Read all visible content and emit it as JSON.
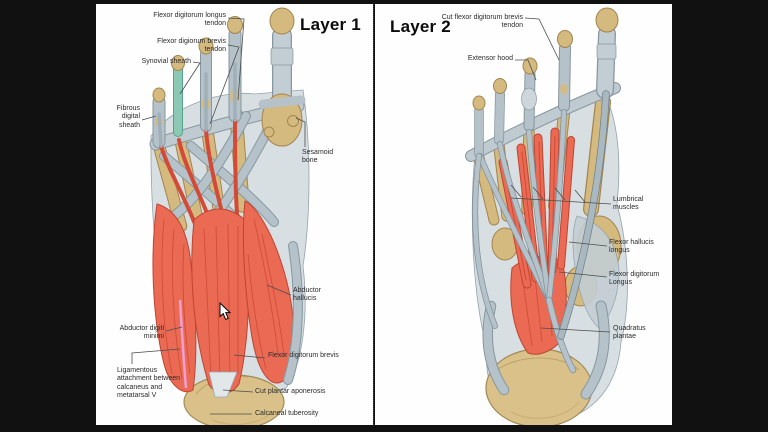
{
  "panel1": {
    "title": "Layer 1",
    "labels": {
      "fdl_tendon": "Flexor digitorum longus tendon",
      "fdb_tendon": "Flexor digiorum brevis tendon",
      "synovial_sheath": "Synovial sheath",
      "fibrous_digital_sheath": "Fibrous digital sheath",
      "sesamoid_bone": "Sesamoid bone",
      "abductor_hallucis": "Abductor hallucis",
      "abductor_digiti_minimi": "Abductor digiti minimi",
      "ligamentous_attachment": "Ligamentous attachment between calcaneus and metatarsal V",
      "flexor_digitorum_brevis": "Flexor digitorum brevis",
      "cut_plantar_aponerosis": "Cut plantar aponerosis",
      "calcaneal_tuberosity": "Calcaneal tuberosity"
    }
  },
  "panel2": {
    "title": "Layer 2",
    "labels": {
      "cut_fdb_tendon": "Cut flexor digitorum brevis tendon",
      "extensor_hood": "Extensor hood",
      "lumbrical_muscles": "Lumbrical muscles",
      "flexor_hallucis_longus": "Flexor hallucis longus",
      "flexor_digitorum_longus": "Flexor digitorum Longus",
      "quadratus_plantae": "Quadratus plantae"
    }
  },
  "icons": {
    "cursor": "mouse-arrow-cursor"
  },
  "colors": {
    "background": "#111111",
    "panel": "#fefefe",
    "bone_tan": "#d5ba7f",
    "bone_outline": "#a3854f",
    "heel_tan": "#d9c189",
    "tendon_gray": "#b6c2c9",
    "tendon_gray_dark": "#82939e",
    "muscle_red": "#ea6a54",
    "muscle_red_dark": "#c04430",
    "synovial_teal": "#8cc9b4",
    "pink_streak": "#ef9fd2",
    "label_text": "#2b2b2b",
    "leader_line": "#4d4d4d"
  }
}
